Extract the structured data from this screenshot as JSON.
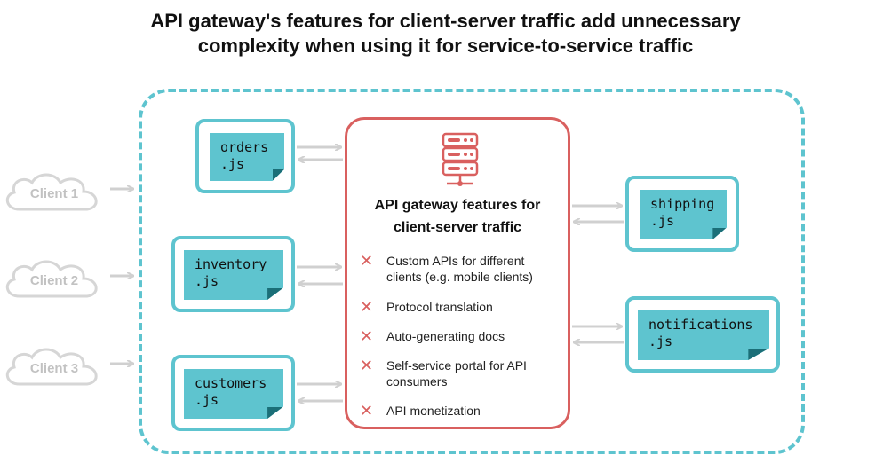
{
  "title": {
    "line1": "API gateway's features for client-server traffic add unnecessary",
    "line2": "complexity when using it for service-to-service traffic"
  },
  "clients": [
    "Client 1",
    "Client 2",
    "Client 3"
  ],
  "services_left": [
    {
      "line1": "orders",
      "line2": ".js"
    },
    {
      "line1": "inventory",
      "line2": ".js"
    },
    {
      "line1": "customers",
      "line2": ".js"
    }
  ],
  "services_right": [
    {
      "line1": "shipping",
      "line2": ".js"
    },
    {
      "line1": "notifications",
      "line2": ".js"
    }
  ],
  "gateway": {
    "title_line1": "API gateway features for",
    "title_line2": "client-server traffic",
    "icon": "server-icon",
    "features": [
      {
        "line1": "Custom APIs for different",
        "line2": "clients (e.g. mobile clients)"
      },
      {
        "line1": "Protocol translation",
        "line2": ""
      },
      {
        "line1": "Auto-generating docs",
        "line2": ""
      },
      {
        "line1": "Self-service portal for API",
        "line2": "consumers"
      },
      {
        "line1": "API monetization",
        "line2": ""
      }
    ],
    "mark_icon": "x-mark-icon"
  },
  "colors": {
    "boundary": "#5ec4cf",
    "gateway": "#d9605f",
    "note_fill": "#5ec4cf",
    "arrow": "#d0d0d0",
    "client": "#c2c2c2"
  }
}
